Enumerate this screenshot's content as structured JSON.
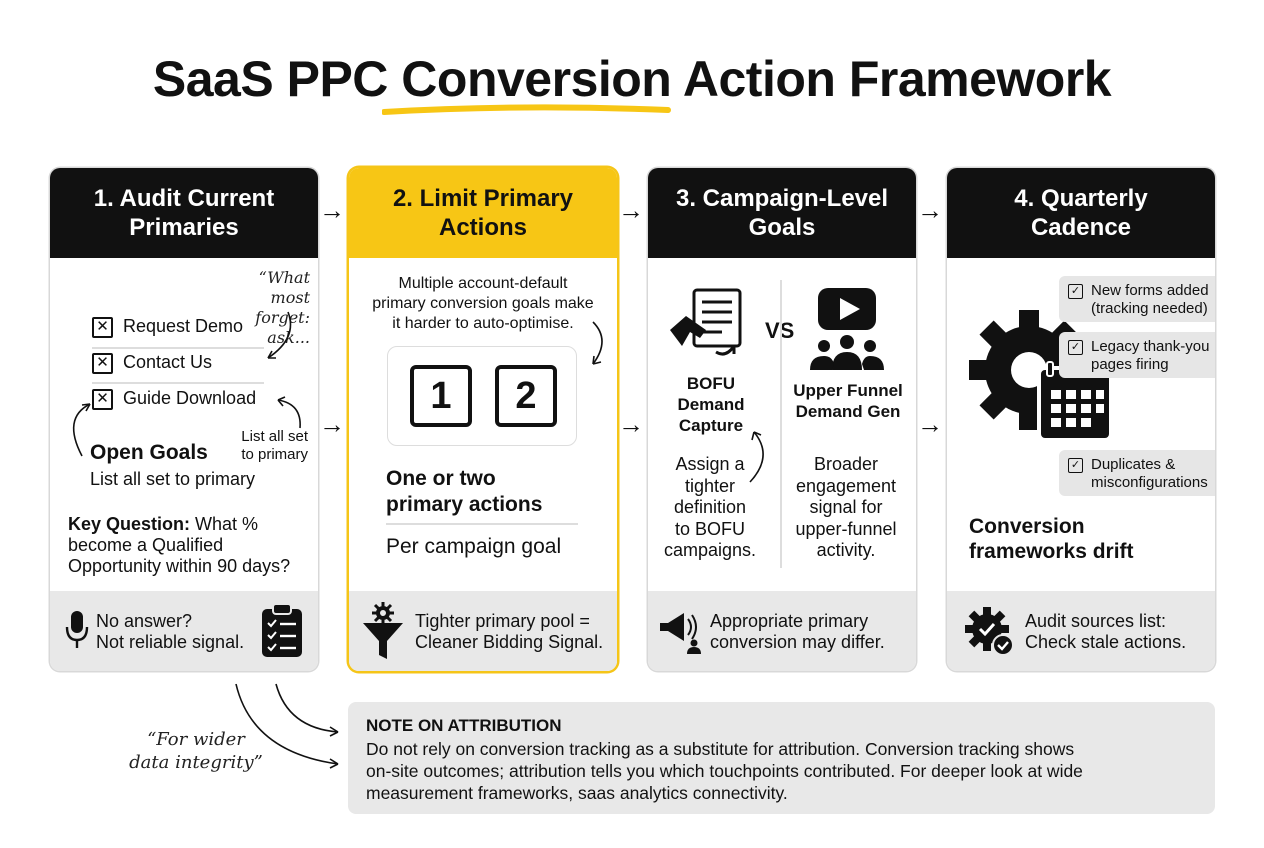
{
  "title": {
    "prefix": "SaaS PPC ",
    "highlight": "Conversion",
    "suffix": " Action Framework"
  },
  "colors": {
    "accent": "#f7c615",
    "dark": "#111111",
    "panel": "#e8e8e8"
  },
  "card1": {
    "heading": "1. Audit Current Primaries",
    "note_line1": "“What most",
    "note_line2": "forget: ask...",
    "items": [
      "Request Demo",
      "Contact Us",
      "Guide Download"
    ],
    "open_goals": "Open Goals",
    "open_goals_sub": "List all set to primary",
    "side_note_line1": "List all set",
    "side_note_line2": "to primary",
    "key_label": "Key Question:",
    "key_q1": " What %",
    "key_q2": "become a Qualified",
    "key_q3": "Opportunity within 90 days?",
    "foot_line1": "No answer?",
    "foot_line2": "Not reliable signal."
  },
  "card2": {
    "heading": "2. Limit Primary Actions",
    "desc_line1": "Multiple account-default",
    "desc_line2": "primary conversion goals make",
    "desc_line3": "it harder to auto-optimise.",
    "num1": "1",
    "num2": "2",
    "bold_line1": "One or two",
    "bold_line2": "primary actions",
    "per_campaign": "Per campaign goal",
    "foot_line1": "Tighter primary pool =",
    "foot_line2": "Cleaner Bidding Signal."
  },
  "card3": {
    "heading": "3. Campaign-Level Goals",
    "vs": "VS",
    "left_title_1": "BOFU",
    "left_title_2": "Demand",
    "left_title_3": "Capture",
    "right_title_1": "Upper Funnel",
    "right_title_2": "Demand Gen",
    "left_desc": [
      "Assign a",
      "tighter",
      "definition",
      "to BOFU",
      "campaigns."
    ],
    "right_desc": [
      "Broader",
      "engagement",
      "signal for",
      "upper-funnel",
      "activity."
    ],
    "foot_line1": "Appropriate primary",
    "foot_line2": "conversion may differ."
  },
  "card4": {
    "heading": "4. Quarterly Cadence",
    "pills": [
      {
        "line1": "New forms added",
        "line2": "(tracking needed)"
      },
      {
        "line1": "Legacy thank-you",
        "line2": "pages firing"
      },
      {
        "line1": "Duplicates &",
        "line2": "misconfigurations"
      }
    ],
    "drift_line1": "Conversion",
    "drift_line2": "frameworks drift",
    "foot_line1": "Audit sources list:",
    "foot_line2": "Check stale actions."
  },
  "side_note": {
    "line1": "“For wider",
    "line2": "data integrity”"
  },
  "note": {
    "heading": "NOTE ON ATTRIBUTION",
    "line1": "Do not rely on conversion tracking as a substitute for attribution. Conversion tracking shows",
    "line2": "on-site outcomes; attribution tells you which touchpoints contributed. For deeper look at wide",
    "line3": "measurement frameworks, saas analytics connectivity."
  }
}
